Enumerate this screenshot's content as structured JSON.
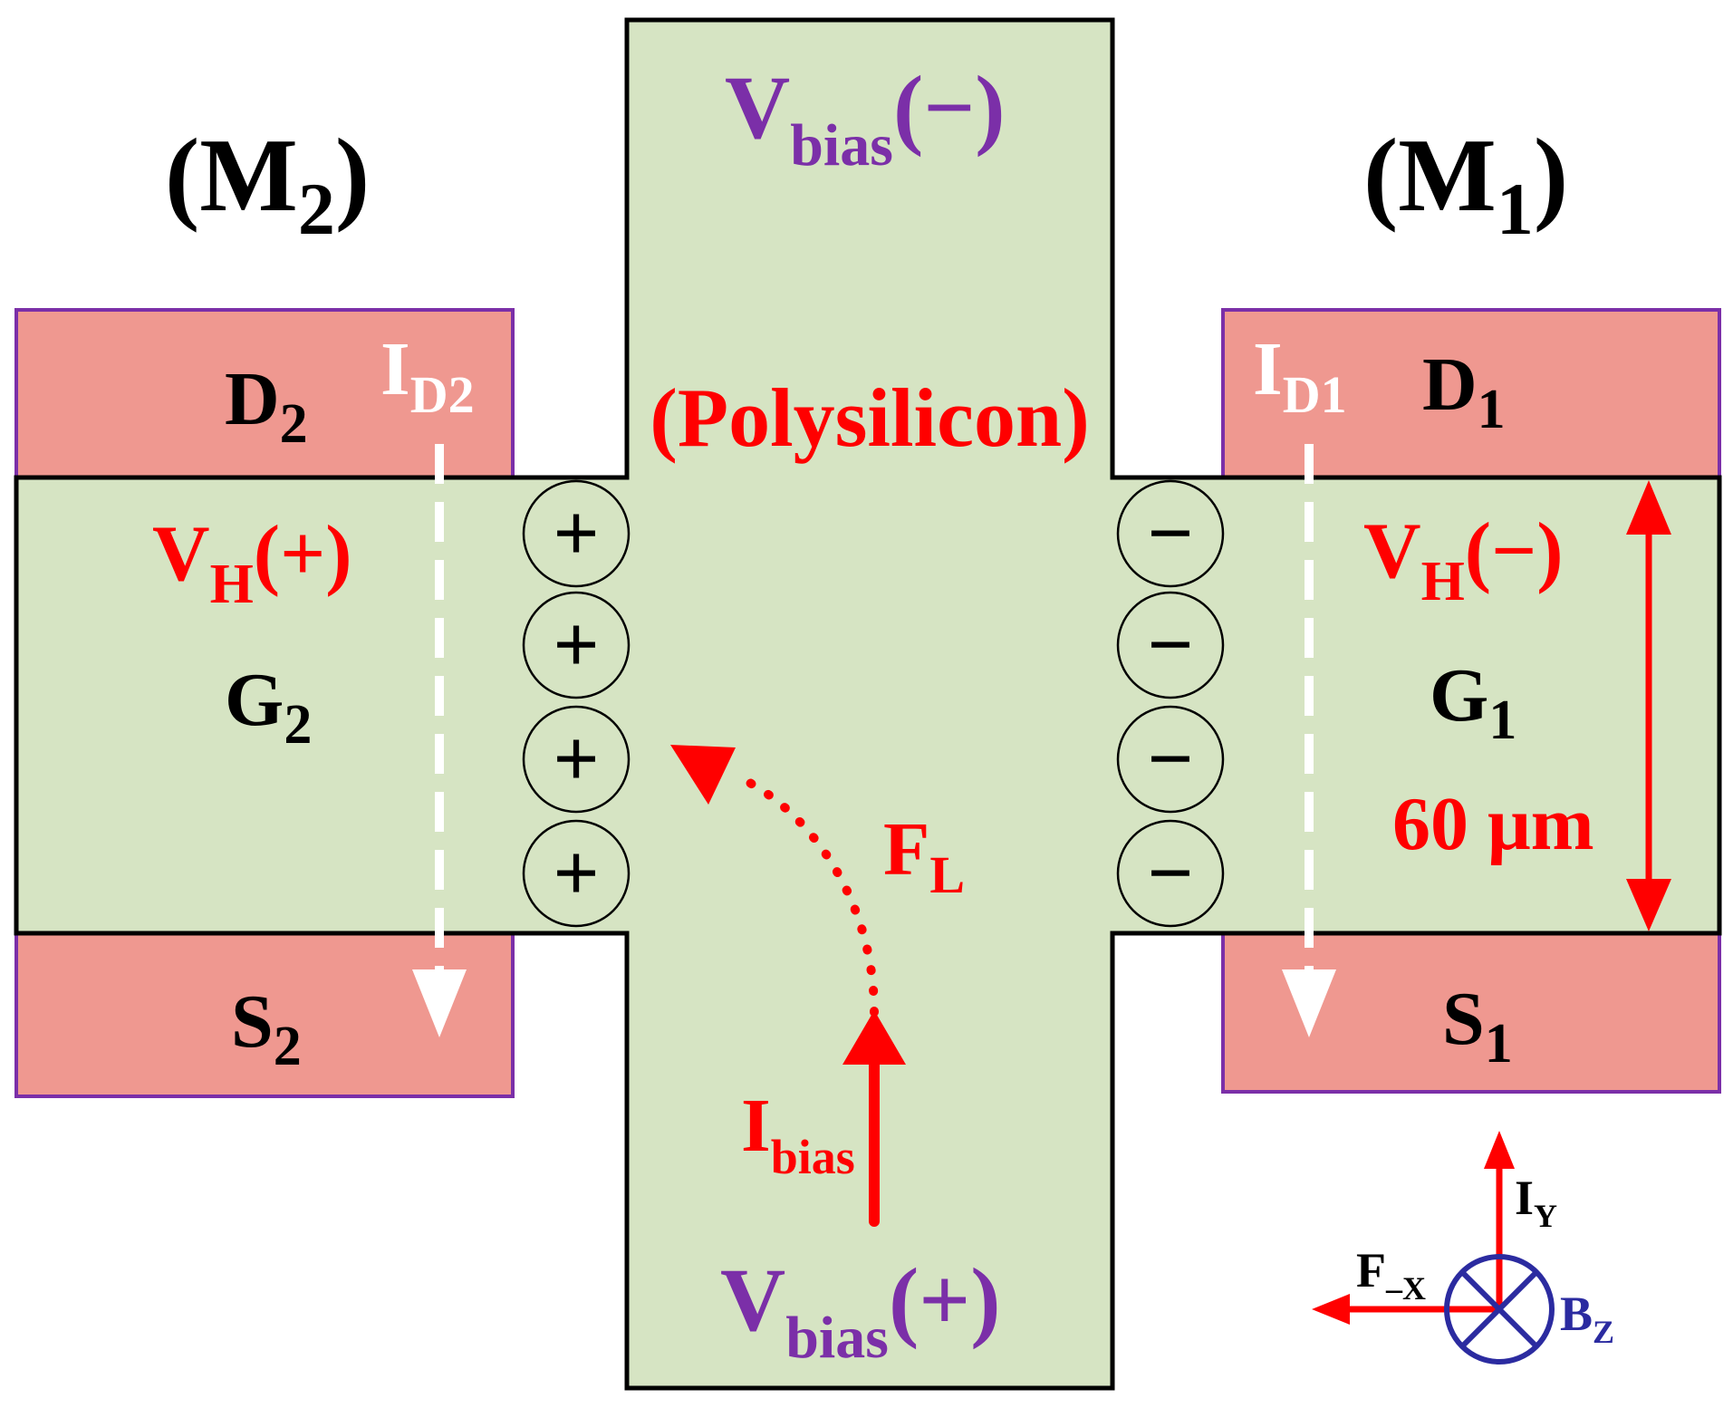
{
  "colors": {
    "polysilicon_fill": "#d6e4c3",
    "drain_source_fill": "#ef9890",
    "drain_source_border": "#7b2fa8",
    "outline": "#000000",
    "red": "#ff0000",
    "purple": "#7b2fa8",
    "blue": "#2b2ba0",
    "white": "#ffffff"
  },
  "labels": {
    "m2_open": "(M",
    "m2_sub": "2",
    "m2_close": ")",
    "m1_open": "(M",
    "m1_sub": "1",
    "m1_close": ")",
    "vbias_top_main": "V",
    "vbias_top_sub": "bias",
    "vbias_top_sign": "(−)",
    "vbias_bottom_main": "V",
    "vbias_bottom_sub": "bias",
    "vbias_bottom_sign": "(+)",
    "polysilicon": "(Polysilicon)",
    "d2_main": "D",
    "d2_sub": "2",
    "d1_main": "D",
    "d1_sub": "1",
    "s2_main": "S",
    "s2_sub": "2",
    "s1_main": "S",
    "s1_sub": "1",
    "g2_main": "G",
    "g2_sub": "2",
    "g1_main": "G",
    "g1_sub": "1",
    "id2_main": "I",
    "id2_sub": "D2",
    "id1_main": "I",
    "id1_sub": "D1",
    "vh_left_main": "V",
    "vh_left_sub": "H",
    "vh_left_sign": "(+)",
    "vh_right_main": "V",
    "vh_right_sub": "H",
    "vh_right_sign": "(−)",
    "dimension": "60 μm",
    "fl_main": "F",
    "fl_sub": "L",
    "ibias_main": "I",
    "ibias_sub": "bias",
    "iy_main": "I",
    "iy_sub": "Y",
    "fx_main": "F",
    "fx_sub": "–X",
    "bz_main": "B",
    "bz_sub": "Z"
  },
  "charges": {
    "left": [
      "+",
      "+",
      "+",
      "+"
    ],
    "right": [
      "−",
      "−",
      "−",
      "−"
    ]
  },
  "icons": {
    "magnetic_field_into_page": "circle-with-x-icon"
  }
}
